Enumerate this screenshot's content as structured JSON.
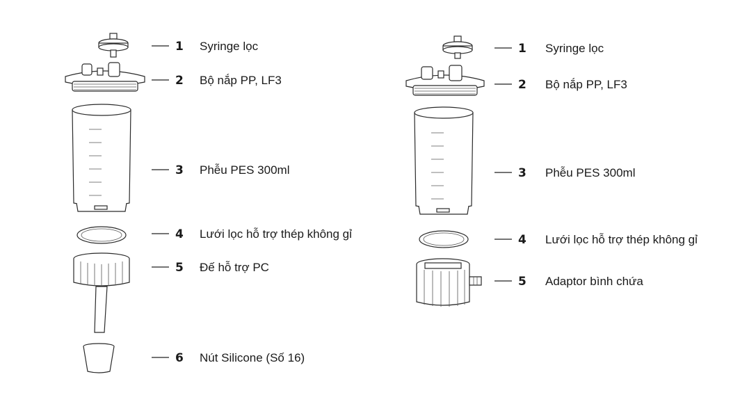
{
  "left_assembly": {
    "callouts": [
      {
        "number": "1",
        "label": "Syringe lọc"
      },
      {
        "number": "2",
        "label": "Bộ nắp PP, LF3"
      },
      {
        "number": "3",
        "label": "Phễu PES 300ml"
      },
      {
        "number": "4",
        "label": "Lưới lọc hỗ trợ thép không gỉ"
      },
      {
        "number": "5",
        "label": "Đế hỗ trợ PC"
      },
      {
        "number": "6",
        "label": "Nút Silicone (Số 16)"
      }
    ]
  },
  "right_assembly": {
    "callouts": [
      {
        "number": "1",
        "label": "Syringe lọc"
      },
      {
        "number": "2",
        "label": "Bộ nắp PP, LF3"
      },
      {
        "number": "3",
        "label": "Phễu PES 300ml"
      },
      {
        "number": "4",
        "label": "Lưới lọc hỗ trợ thép không gỉ"
      },
      {
        "number": "5",
        "label": "Adaptor bình chứa"
      }
    ]
  },
  "icons": {
    "syringe_filter": "syringe-filter-icon",
    "cap": "cap-assembly-icon",
    "funnel": "funnel-icon",
    "mesh": "support-screen-icon",
    "base": "support-base-icon",
    "adaptor": "receiver-adaptor-icon",
    "stopper": "silicone-stopper-icon"
  }
}
